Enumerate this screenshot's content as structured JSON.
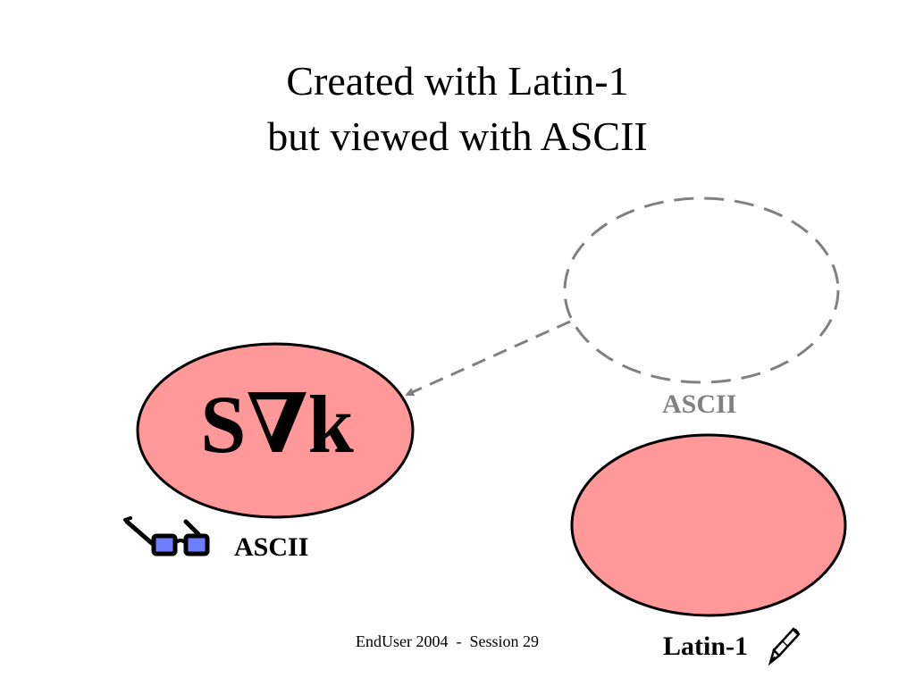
{
  "title": {
    "line1": "Created with Latin-1",
    "line2": "but viewed with ASCII"
  },
  "diagram": {
    "main_ellipse_text": "S∇k",
    "ascii_label_top": "ASCII",
    "ascii_label_viewer": "ASCII",
    "latin_label": "Latin-1"
  },
  "icons": {
    "viewer": "eyeglasses-icon",
    "writer": "fountain-pen-icon"
  },
  "footer": {
    "text": "EndUser 2004  -  Session 29"
  },
  "colors": {
    "ellipse_fill": "#ff9999",
    "ellipse_stroke": "#000000",
    "dashed": "#808080",
    "glasses_lens": "#6f7dff"
  }
}
